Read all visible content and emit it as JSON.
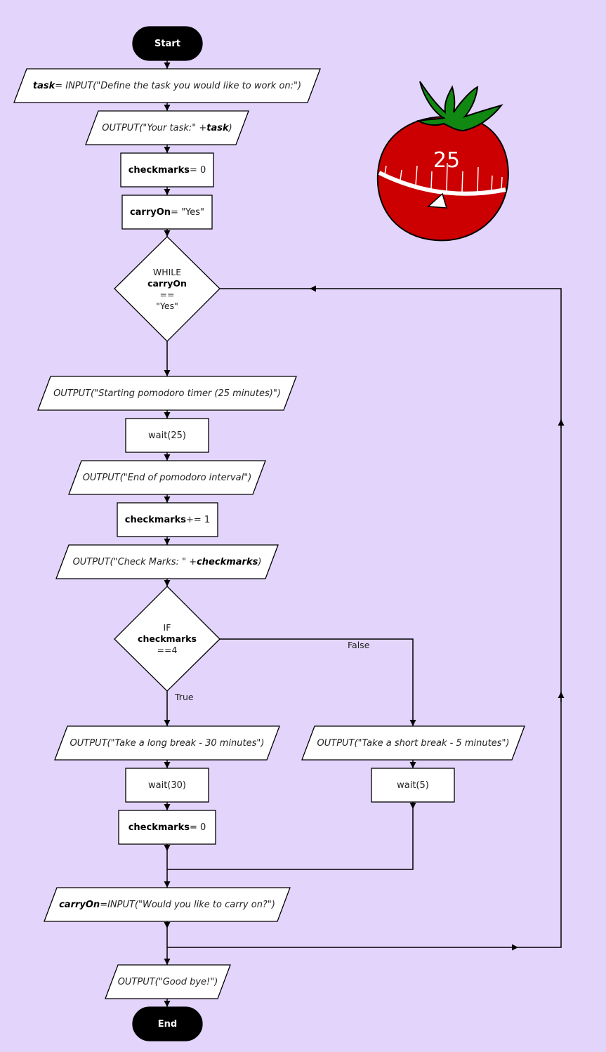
{
  "colors": {
    "background": "#e3d4fc",
    "tomato": "#cc0000",
    "leaves": "#118811",
    "line": "#000000"
  },
  "nodes": {
    "start": "Start",
    "task_input": {
      "var": "task",
      "rest": " = INPUT(\"Define the task you would like to work on:\")"
    },
    "output_task": {
      "pre": "OUTPUT(\"Your task:\" + ",
      "var": "task",
      "post": ")"
    },
    "checkmarks_init": {
      "var": "checkmarks",
      "rest": " = 0"
    },
    "carryon_init": {
      "var": "carryOn",
      "rest": " = \"Yes\""
    },
    "while": {
      "l1": "WHILE",
      "l2": "carryOn",
      "l3": "==",
      "l4": "\"Yes\""
    },
    "output_starting": "OUTPUT(\"Starting pomodoro timer (25 minutes)\")",
    "wait25": "wait(25)",
    "output_end_interval": "OUTPUT(\"End of pomodoro interval\")",
    "checkmarks_inc": {
      "var": "checkmarks",
      "rest": " += 1"
    },
    "output_checkmarks": {
      "pre": "OUTPUT(\"Check Marks: \" + ",
      "var": "checkmarks",
      "post": ")"
    },
    "if": {
      "l1": "IF",
      "l2": "checkmarks",
      "l3": "==4"
    },
    "output_long": "OUTPUT(\"Take a long break - 30 minutes\")",
    "wait30": "wait(30)",
    "checkmarks_reset": {
      "var": "checkmarks",
      "rest": " = 0"
    },
    "output_short": "OUTPUT(\"Take a short break - 5 minutes\")",
    "wait5": "wait(5)",
    "carryon_input": {
      "var": "carryOn",
      "rest": "=INPUT(\"Would you like to carry on?\")"
    },
    "output_bye": "OUTPUT(\"Good bye!\")",
    "end": "End"
  },
  "edges": {
    "true_label": "True",
    "false_label": "False"
  },
  "timer": {
    "minutes": "25",
    "icon": "tomato-timer-icon"
  }
}
